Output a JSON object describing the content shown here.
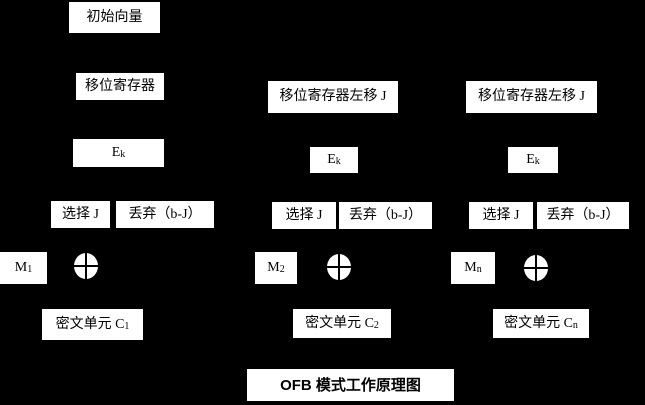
{
  "colors": {
    "background": "#000000",
    "box_fill": "#ffffff",
    "box_text": "#000000"
  },
  "labels": {
    "init_vector": "初始向量",
    "shift_register": "移位寄存器",
    "shift_register_left": "移位寄存器左移 J",
    "encrypt_base": "E",
    "encrypt_sub": "k",
    "select": "选择 J",
    "discard": "丢弃（b-J）",
    "message_base": "M",
    "ciphertext_base": "密文单元 C",
    "xor_icon": "circle-plus-xor",
    "title": "OFB 模式工作原理图"
  },
  "columns": [
    {
      "m_sub": "1",
      "c_sub": "1"
    },
    {
      "m_sub": "2",
      "c_sub": "2"
    },
    {
      "m_sub": "n",
      "c_sub": "n"
    }
  ]
}
